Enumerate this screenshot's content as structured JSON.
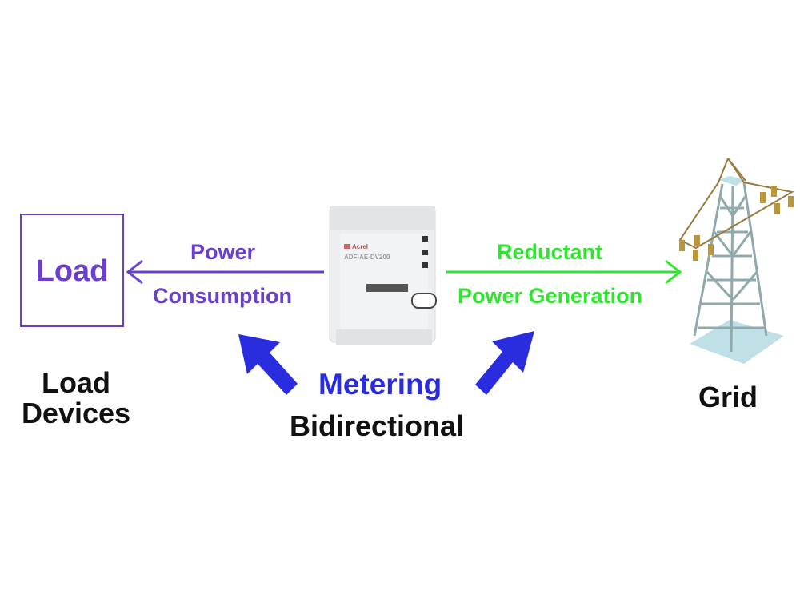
{
  "load_box": {
    "label": "Load"
  },
  "left_flow": {
    "line1": "Power",
    "line2": "Consumption"
  },
  "right_flow": {
    "line1": "Reductant",
    "line2": "Power Generation"
  },
  "load_devices": {
    "line1": "Load",
    "line2": "Devices"
  },
  "grid": {
    "label": "Grid"
  },
  "center": {
    "line1": "Metering",
    "line2": "Bidirectional"
  },
  "meter": {
    "brand": "Acrel",
    "model": "ADF-AE-DV200"
  },
  "colors": {
    "consumption": "#6a3fd0",
    "generation": "#2fe62f",
    "metering": "#2a2ddf"
  }
}
